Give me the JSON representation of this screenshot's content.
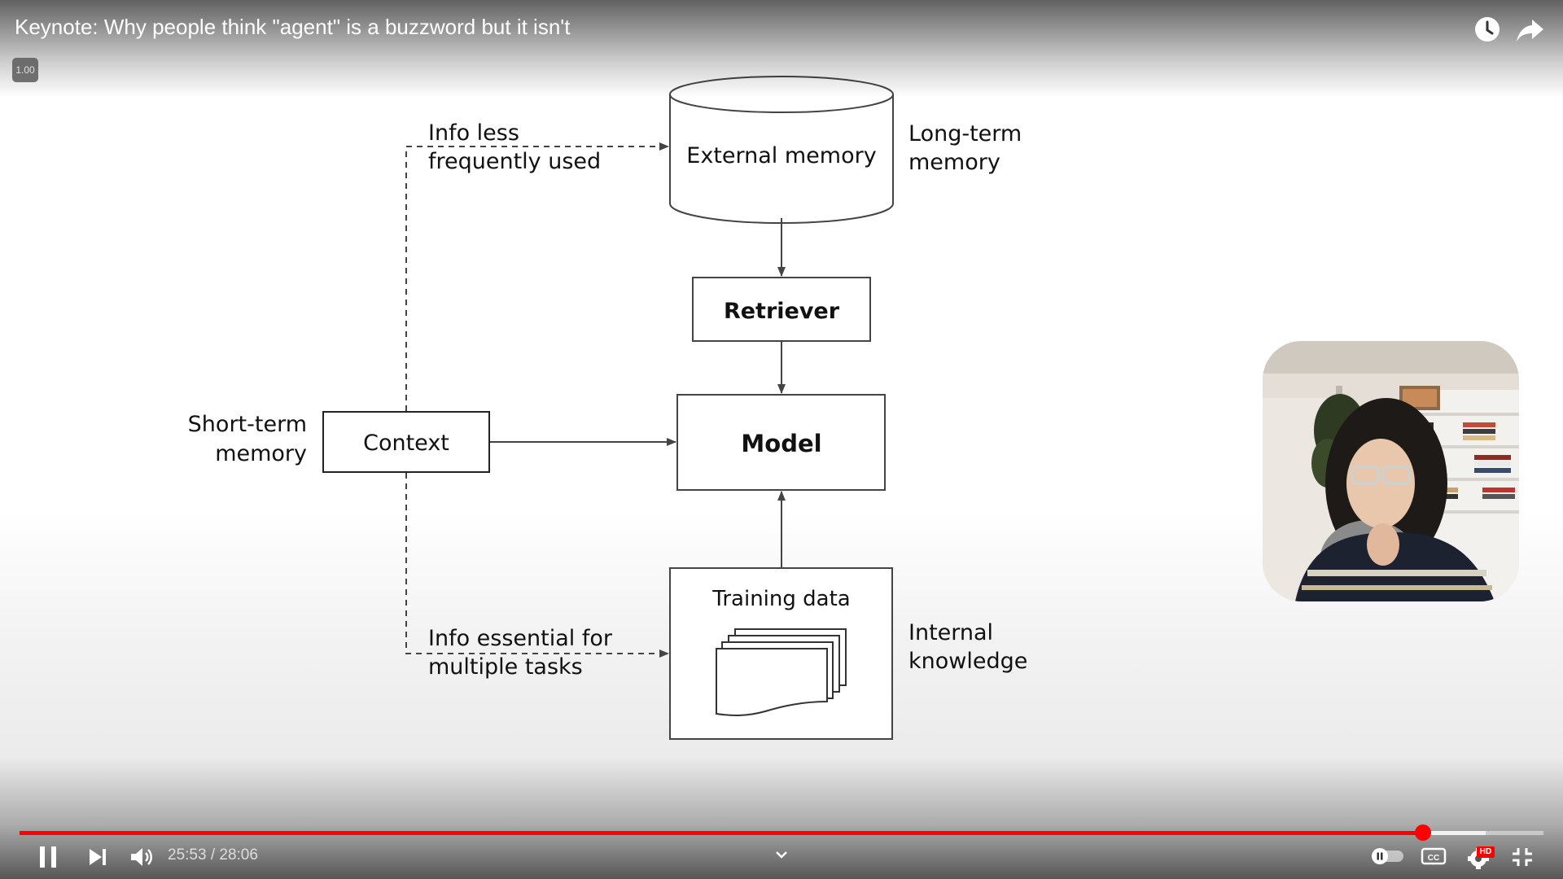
{
  "video": {
    "title": "Keynote: Why people think \"agent\" is a buzzword but it isn't",
    "speed_badge": "1.00"
  },
  "diagram": {
    "external_memory": "External memory",
    "retriever": "Retriever",
    "model": "Model",
    "context": "Context",
    "training_data": "Training data",
    "long_term_line1": "Long-term",
    "long_term_line2": "memory",
    "short_term_line1": "Short-term",
    "short_term_line2": "memory",
    "internal_line1": "Internal",
    "internal_line2": "knowledge",
    "info_less_line1": "Info less",
    "info_less_line2": "frequently used",
    "info_essential_line1": "Info essential for",
    "info_essential_line2": "multiple tasks"
  },
  "player": {
    "current_time": "25:53",
    "duration": "28:06",
    "time_text": "25:53 / 28:06",
    "progress_fraction": 0.921,
    "buffered_fraction": 0.962,
    "quality_badge": "HD",
    "accent_color": "#ff0000"
  },
  "icons": {
    "watch_later": "clock-icon",
    "share": "share-arrow-icon",
    "pause": "pause-icon",
    "next": "next-icon",
    "volume": "volume-icon",
    "autoplay": "autoplay-toggle-icon",
    "captions": "cc-icon",
    "settings": "gear-icon",
    "fullscreen_exit": "exit-fullscreen-icon",
    "chevron": "chevron-down-icon"
  }
}
